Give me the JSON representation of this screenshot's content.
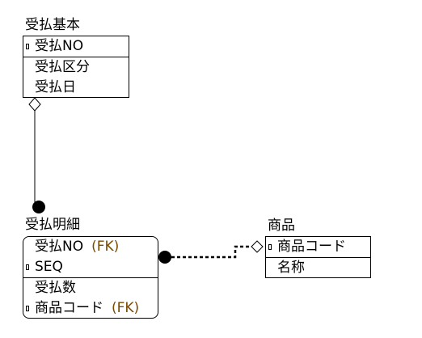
{
  "entities": {
    "ukeharai_kihon": {
      "title": "受払基本",
      "attributes": [
        {
          "name": "受払NO",
          "is_key": true
        },
        {
          "name": "受払区分",
          "is_key": false
        },
        {
          "name": "受払日",
          "is_key": false
        }
      ]
    },
    "ukeharai_meisai": {
      "title": "受払明細",
      "attributes": [
        {
          "name": "受払NO",
          "is_key": false,
          "fk": "(FK)"
        },
        {
          "name": "SEQ",
          "is_key": true
        },
        {
          "name": "受払数",
          "is_key": false
        },
        {
          "name": "商品コード",
          "is_key": true,
          "fk": "(FK)"
        }
      ]
    },
    "shohin": {
      "title": "商品",
      "attributes": [
        {
          "name": "商品コード",
          "is_key": true
        },
        {
          "name": "名称",
          "is_key": false
        }
      ]
    }
  },
  "relationships": [
    {
      "from": "受払基本",
      "to": "受払明細",
      "style": "solid",
      "parent_end": "diamond",
      "child_end": "filled-dot"
    },
    {
      "from": "商品",
      "to": "受払明細",
      "style": "dashed",
      "parent_end": "diamond",
      "child_end": "filled-dot"
    }
  ],
  "colors": {
    "line": "#000000",
    "fk_label": "#7a4a00",
    "background": "#ffffff"
  }
}
